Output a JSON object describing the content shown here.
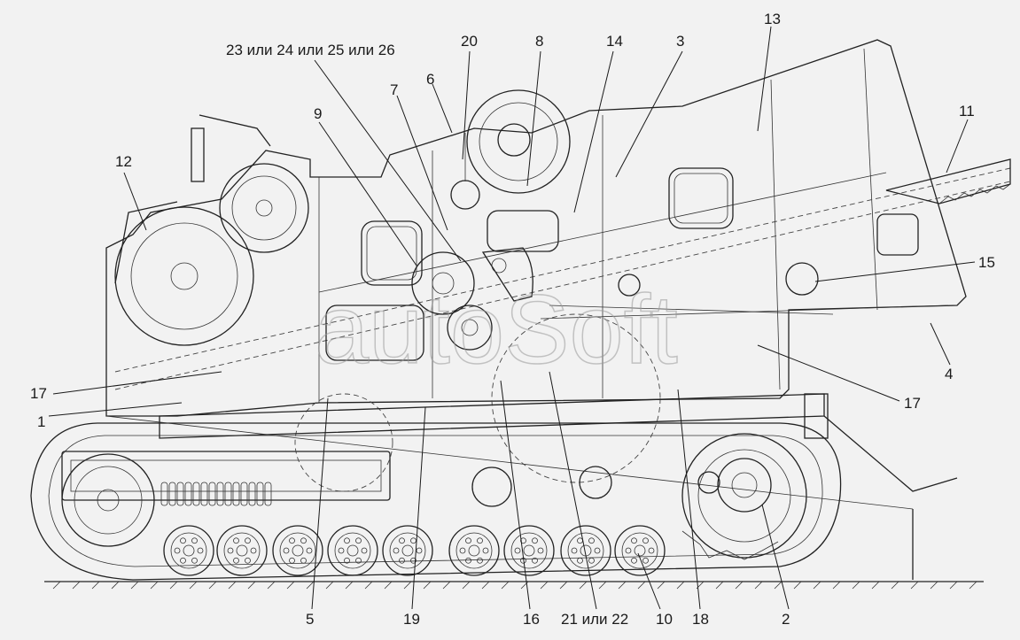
{
  "diagram": {
    "watermark": "autoSoft",
    "callouts": [
      {
        "id": "c23",
        "text": "23 или 24 или 25 или 26"
      },
      {
        "id": "c20",
        "text": "20"
      },
      {
        "id": "c8",
        "text": "8"
      },
      {
        "id": "c14",
        "text": "14"
      },
      {
        "id": "c3",
        "text": "3"
      },
      {
        "id": "c13",
        "text": "13"
      },
      {
        "id": "c6",
        "text": "6"
      },
      {
        "id": "c7",
        "text": "7"
      },
      {
        "id": "c9",
        "text": "9"
      },
      {
        "id": "c12",
        "text": "12"
      },
      {
        "id": "c11",
        "text": "11"
      },
      {
        "id": "c15",
        "text": "15"
      },
      {
        "id": "c4",
        "text": "4"
      },
      {
        "id": "c17l",
        "text": "17"
      },
      {
        "id": "c1",
        "text": "1"
      },
      {
        "id": "c17r",
        "text": "17"
      },
      {
        "id": "c5",
        "text": "5"
      },
      {
        "id": "c19",
        "text": "19"
      },
      {
        "id": "c16",
        "text": "16"
      },
      {
        "id": "c21",
        "text": "21 или 22"
      },
      {
        "id": "c10",
        "text": "10"
      },
      {
        "id": "c18",
        "text": "18"
      },
      {
        "id": "c2",
        "text": "2"
      }
    ]
  }
}
